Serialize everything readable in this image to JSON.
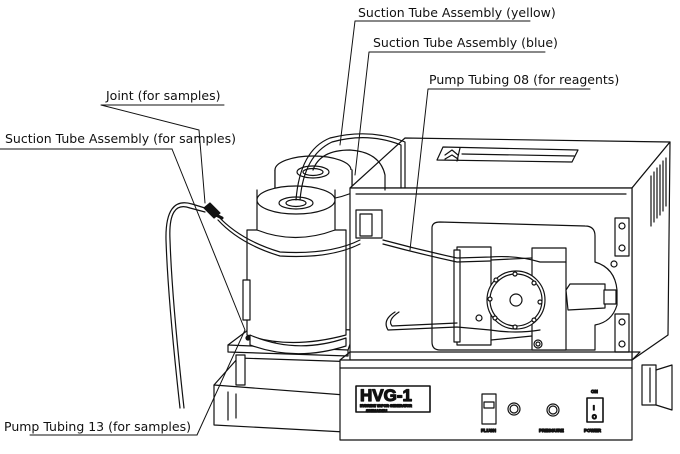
{
  "diagram": {
    "title": "HVG-1 Hydride Vapor Generator — tubing connections",
    "callouts": [
      {
        "id": "suction-yellow",
        "label": "Suction Tube Assembly (yellow)"
      },
      {
        "id": "suction-blue",
        "label": "Suction Tube Assembly (blue)"
      },
      {
        "id": "pump-tubing-08",
        "label": "Pump Tubing 08 (for reagents)"
      },
      {
        "id": "joint",
        "label": "Joint (for samples)"
      },
      {
        "id": "suction-samples",
        "label": "Suction Tube Assembly (for samples)"
      },
      {
        "id": "pump-tubing-13",
        "label": "Pump Tubing 13 (for samples)"
      }
    ],
    "device": {
      "model": "HVG-1",
      "subtitle": "HYDRIDE VAPOR GENERATOR",
      "brand": "SHIMADZU",
      "controls": {
        "flush_label": "FLUSH",
        "pressure_label": "PRESSURE",
        "power_label": "POWER",
        "on_label": "ON",
        "switch_on_glyph": "I",
        "switch_off_glyph": "O"
      }
    },
    "colors": {
      "line": "#111111",
      "background": "#ffffff"
    }
  }
}
